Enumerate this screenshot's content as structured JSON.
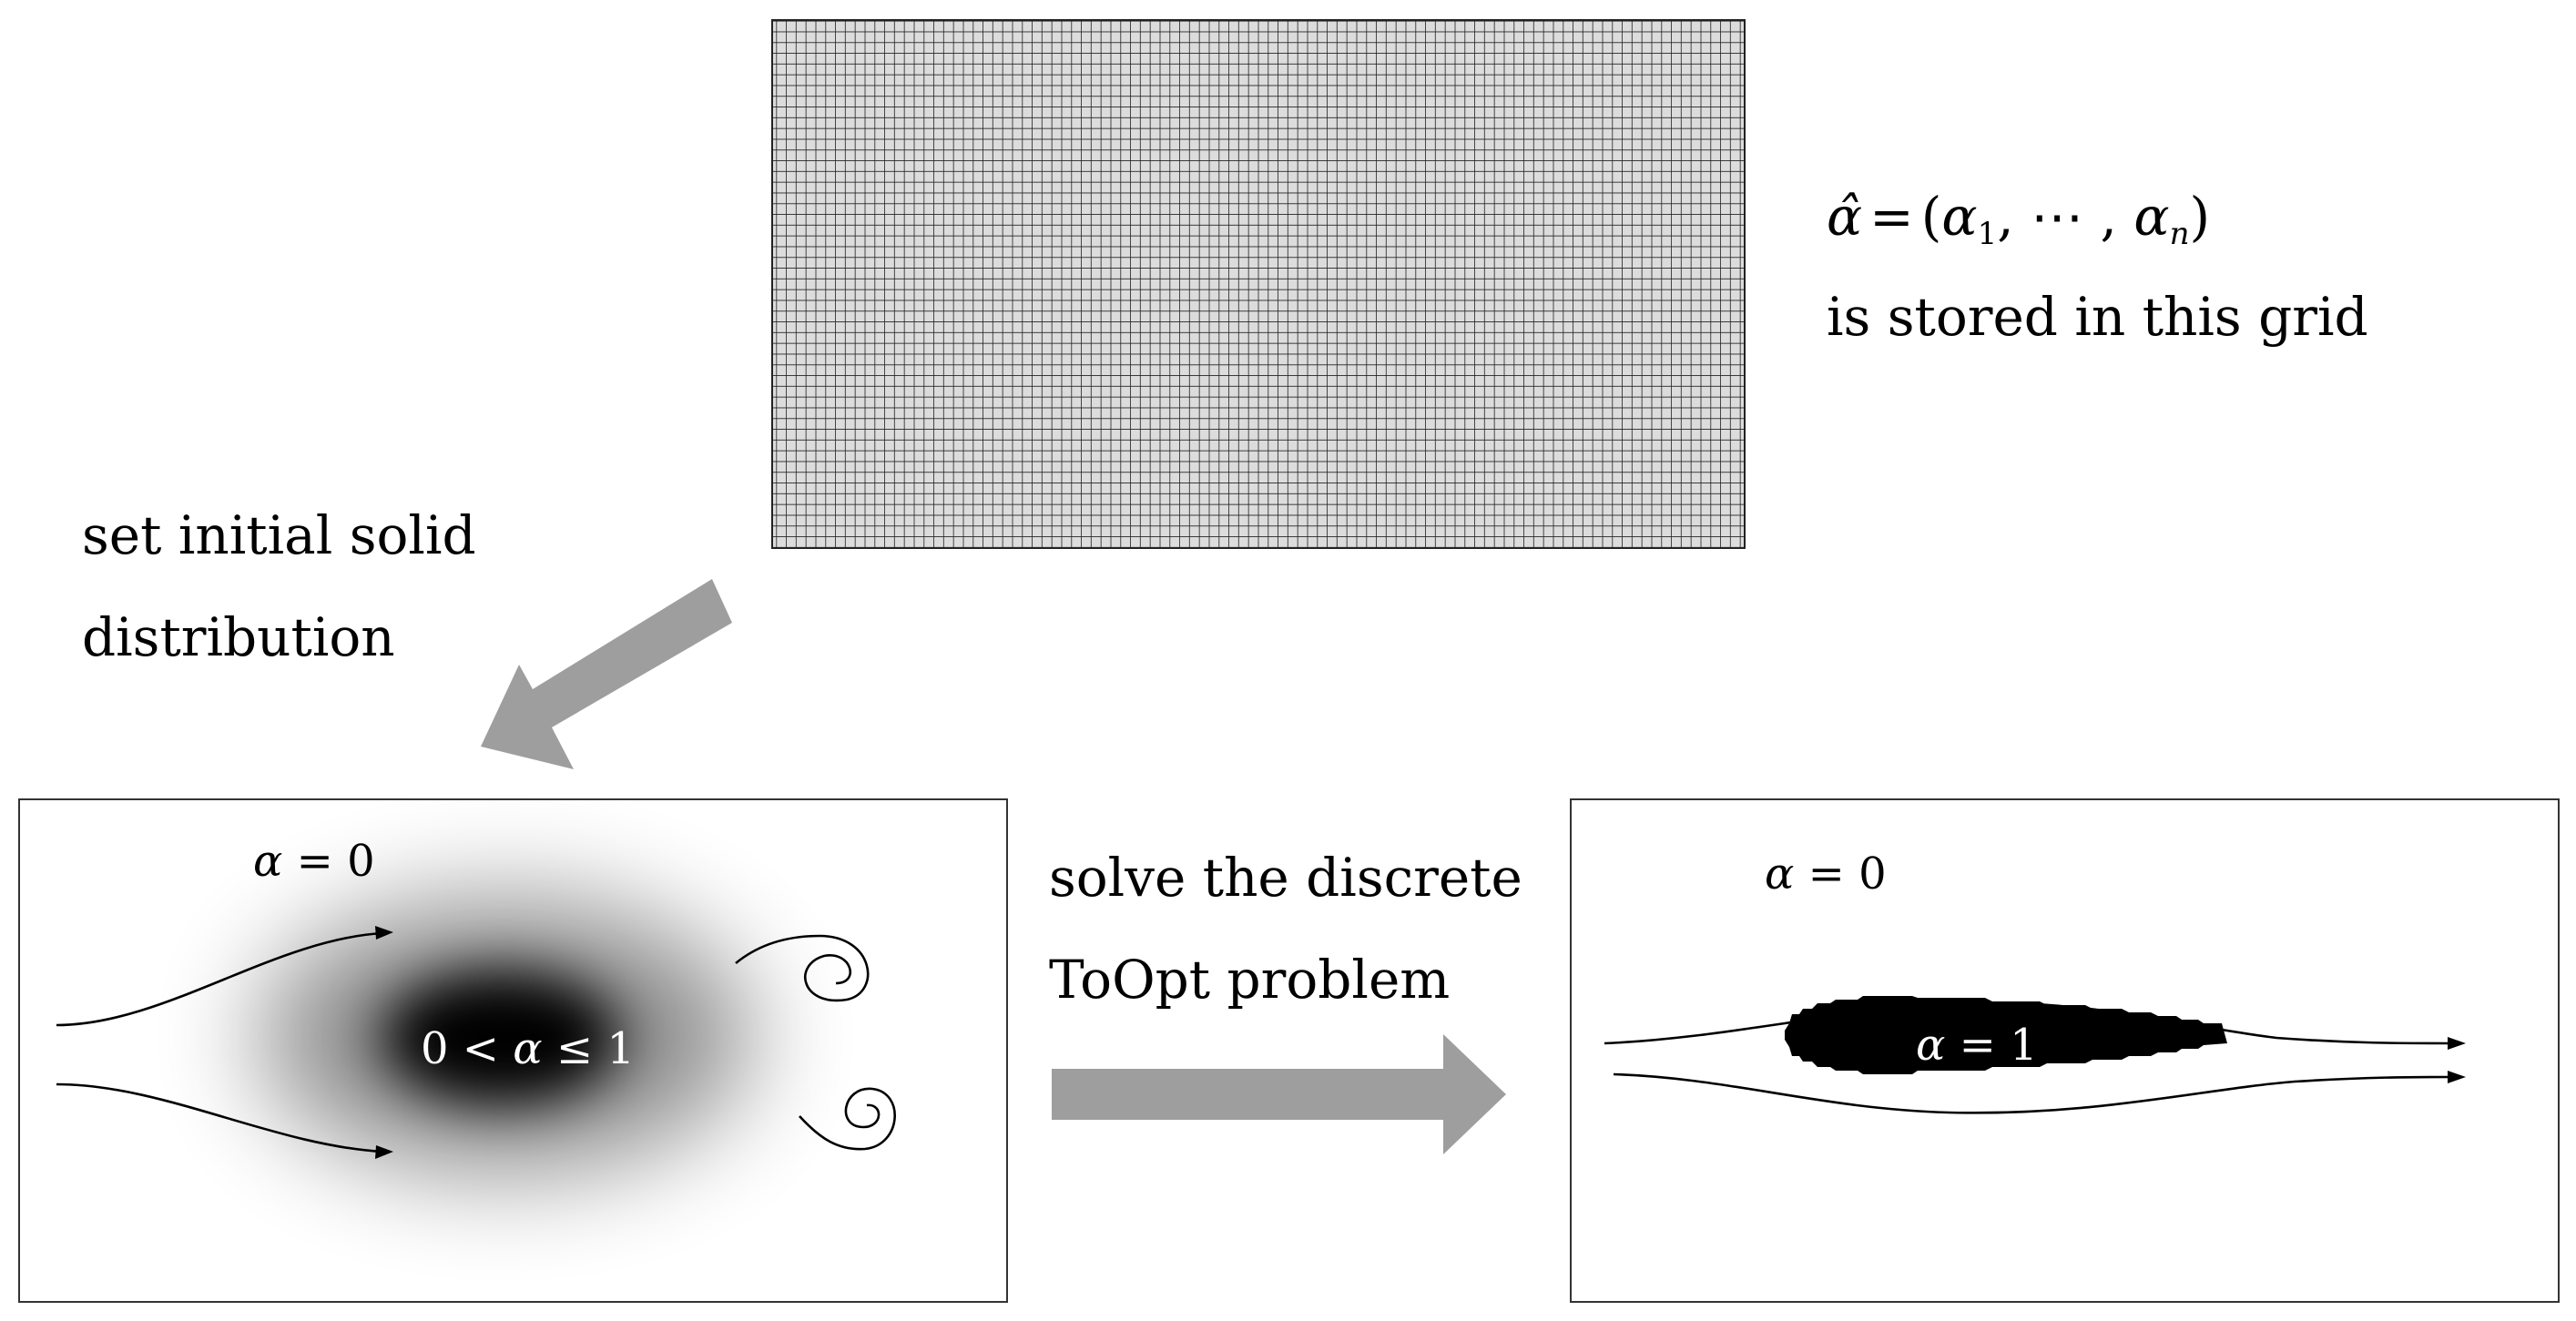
{
  "grid_caption": {
    "line1": {
      "hat": "α̂",
      "eq": "=",
      "open": "(",
      "a1": "α",
      "s1": "1",
      "sep": ", ⋯ , ",
      "an": "α",
      "sn": "n",
      "close": ")"
    },
    "line2": "is stored in this grid"
  },
  "step1_label": {
    "line1": "set initial solid",
    "line2": "distribution"
  },
  "step2_label": {
    "line1": "solve the discrete",
    "line2": "ToOpt problem"
  },
  "left_panel": {
    "alpha_zero": {
      "sym": "α",
      "rest": " = 0"
    },
    "alpha_range": {
      "zero": "0",
      "lt": " < ",
      "sym": "α",
      "rest": " ≤ 1"
    }
  },
  "right_panel": {
    "alpha_zero": {
      "sym": "α",
      "rest": " = 0"
    },
    "alpha_one": {
      "sym": "α",
      "rest": " = 1"
    }
  },
  "colors": {
    "arrow": "#9e9e9e",
    "grid_fill": "#dcdcdc",
    "solid": "#000000",
    "frame": "#333333"
  }
}
